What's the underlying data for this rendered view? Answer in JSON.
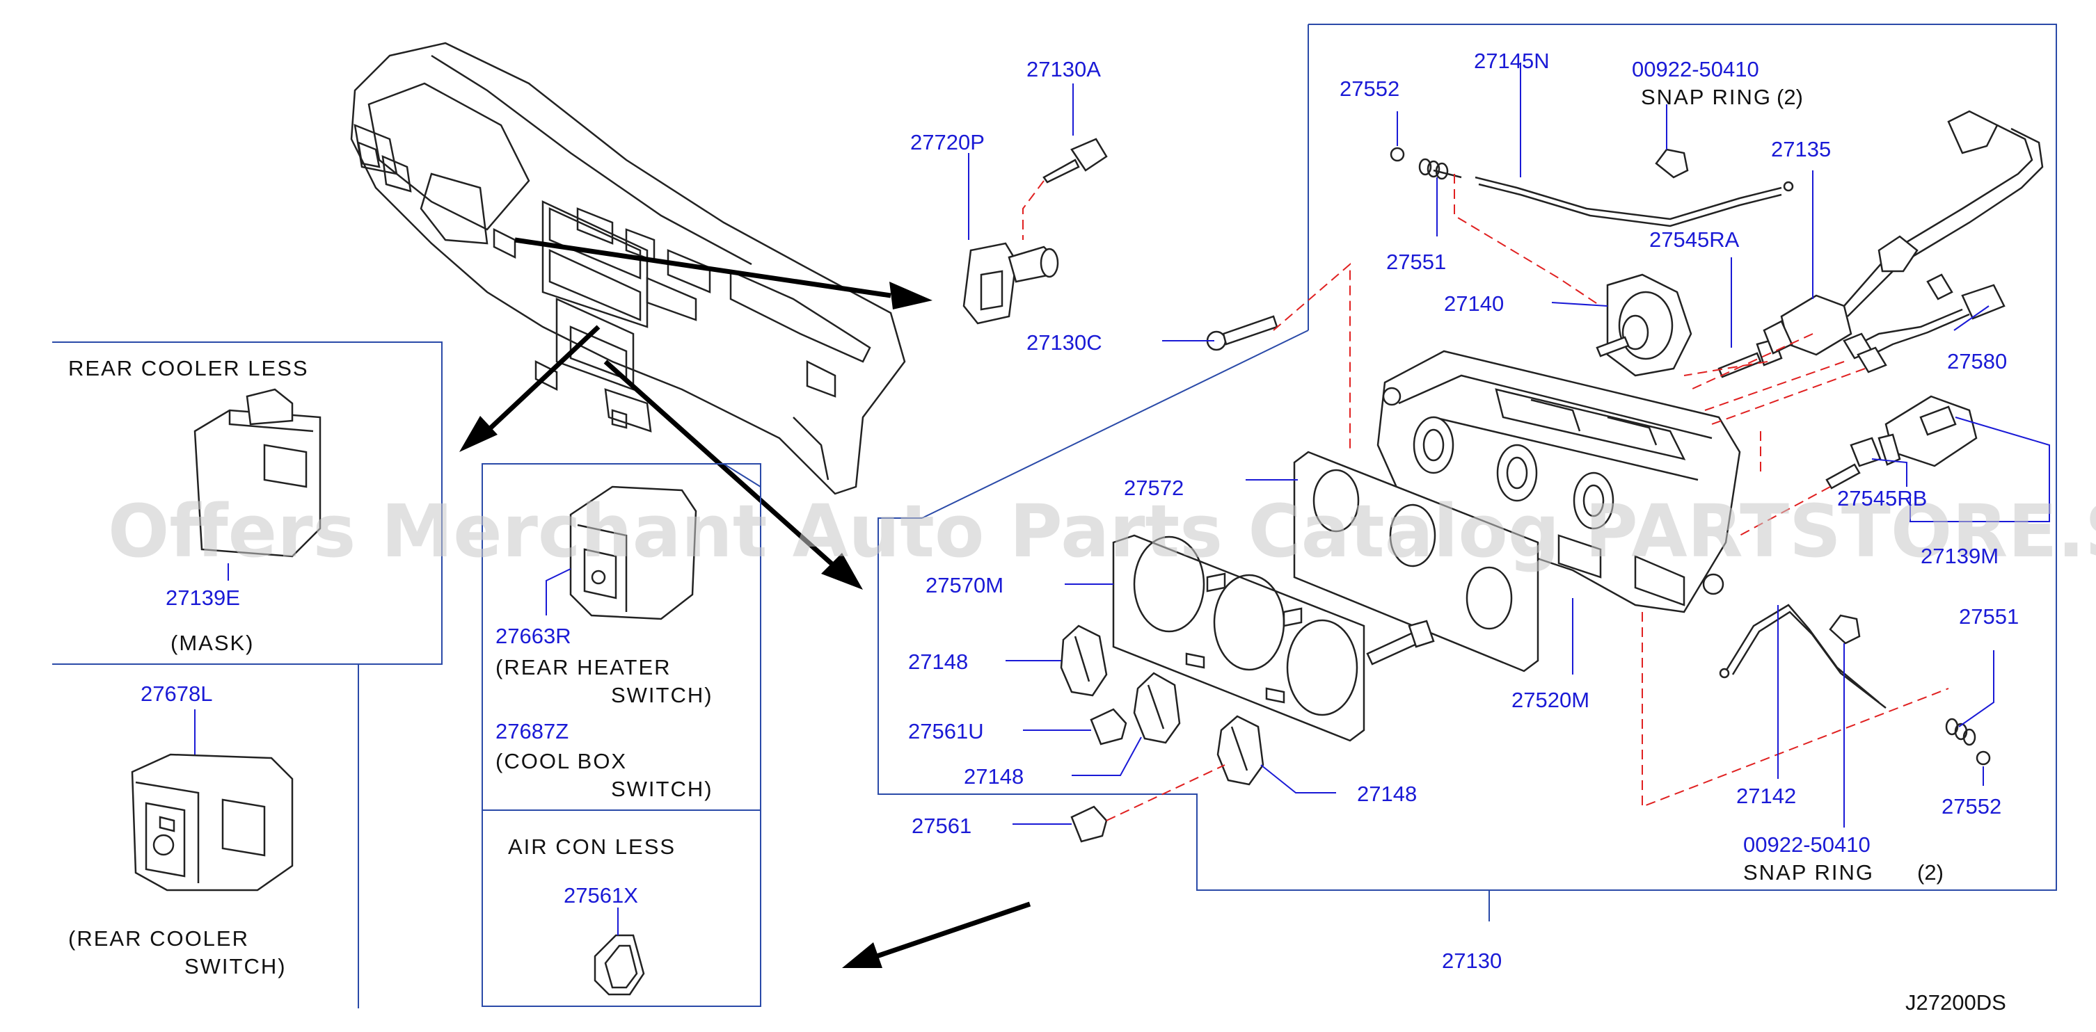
{
  "parts": [
    {
      "id": "p27130A",
      "label": "27130A"
    },
    {
      "id": "p27720P",
      "label": "27720P"
    },
    {
      "id": "p27130C",
      "label": "27130C"
    },
    {
      "id": "p27552a",
      "label": "27552"
    },
    {
      "id": "p27145N",
      "label": "27145N"
    },
    {
      "id": "p00922a",
      "label": "00922-50410"
    },
    {
      "id": "p27135",
      "label": "27135"
    },
    {
      "id": "p27551a",
      "label": "27551"
    },
    {
      "id": "p27545RA",
      "label": "27545RA"
    },
    {
      "id": "p27140",
      "label": "27140"
    },
    {
      "id": "p27580",
      "label": "27580"
    },
    {
      "id": "p27572",
      "label": "27572"
    },
    {
      "id": "p27545RB",
      "label": "27545RB"
    },
    {
      "id": "p27139M",
      "label": "27139M"
    },
    {
      "id": "p27570M",
      "label": "27570M"
    },
    {
      "id": "p27148a",
      "label": "27148"
    },
    {
      "id": "p27561U",
      "label": "27561U"
    },
    {
      "id": "p27148b",
      "label": "27148"
    },
    {
      "id": "p27148c",
      "label": "27148"
    },
    {
      "id": "p27520M",
      "label": "27520M"
    },
    {
      "id": "p27551b",
      "label": "27551"
    },
    {
      "id": "p27142",
      "label": "27142"
    },
    {
      "id": "p27552b",
      "label": "27552"
    },
    {
      "id": "p27561",
      "label": "27561"
    },
    {
      "id": "p00922b",
      "label": "00922-50410"
    },
    {
      "id": "p27130",
      "label": "27130"
    },
    {
      "id": "p27139E",
      "label": "27139E"
    },
    {
      "id": "p27678L",
      "label": "27678L"
    },
    {
      "id": "p27663R",
      "label": "27663R"
    },
    {
      "id": "p27687Z",
      "label": "27687Z"
    },
    {
      "id": "p27561X",
      "label": "27561X"
    }
  ],
  "notes": {
    "snap_ring_top": "SNAP   RING",
    "snap_ring_top_qty": "(2)",
    "snap_ring_bottom": "SNAP   RING",
    "snap_ring_bottom_qty": "(2)",
    "rear_cooler_less": "REAR   COOLER   LESS",
    "mask": "(MASK)",
    "rear_cooler_switch_1": "(REAR   COOLER",
    "rear_cooler_switch_2": "SWITCH)",
    "rear_heater_switch_1": "(REAR   HEATER",
    "rear_heater_switch_2": "SWITCH)",
    "cool_box_switch_1": "(COOL   BOX",
    "cool_box_switch_2": "SWITCH)",
    "air_con_less": "AIR   CON   LESS"
  },
  "diagram_code": "J27200DS",
  "watermark": "Offers Merchant Auto Parts Catalog PARTSTORE.SA",
  "colors": {
    "part_number": "#1a1ad6",
    "leader": "#1a1ad6",
    "dashed": "#e02020",
    "box": "#2a4aa8",
    "ink": "#222222"
  }
}
